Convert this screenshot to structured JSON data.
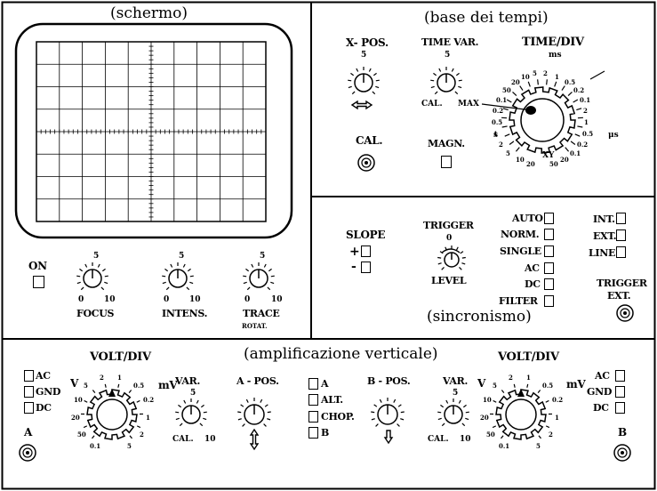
{
  "sections": {
    "screen": "(schermo)",
    "timebase": "(base dei tempi)",
    "sync": "(sincronismo)",
    "vertical": "(amplificazione verticale)"
  },
  "screen_panel": {
    "on": "ON",
    "knobs": [
      {
        "name": "FOCUS",
        "top": "5",
        "min": "0",
        "max": "10"
      },
      {
        "name": "INTENS.",
        "top": "5",
        "min": "0",
        "max": "10"
      },
      {
        "name": "TRACE",
        "sub": "ROTAT.",
        "top": "5",
        "min": "0",
        "max": "10"
      }
    ]
  },
  "timebase_panel": {
    "xpos": "X- POS.",
    "xpos_top": "5",
    "timevar": "TIME VAR.",
    "timevar_top": "5",
    "timevar_min": "CAL.",
    "timevar_max": "MAX",
    "timediv": "TIME/DIV",
    "cal": "CAL.",
    "magn": "MAGN.",
    "ms": "ms",
    "us": "μs",
    "s": "s",
    "xy": "XY",
    "dial_labels": [
      "20",
      "10",
      "5",
      "2",
      "1",
      "0.5",
      "0.2",
      "0.1",
      "50",
      "20",
      "10",
      "5",
      "2",
      "1",
      "0.5",
      "0.2",
      "0.1",
      "2",
      "1",
      "0.5",
      "0.2",
      "0.1",
      "20",
      "50"
    ]
  },
  "sync_panel": {
    "slope": "SLOPE",
    "plus": "+",
    "minus": "-",
    "trigger": "TRIGGER",
    "trigger_zero": "0",
    "level": "LEVEL",
    "modes": [
      "AUTO",
      "NORM.",
      "SINGLE",
      "AC",
      "DC",
      "FILTER"
    ],
    "sources": [
      "INT.",
      "EXT.",
      "LINE"
    ],
    "trigger_ext": "TRIGGER",
    "trigger_ext2": "EXT."
  },
  "vertical_panel": {
    "coupling": [
      "AC",
      "GND",
      "DC"
    ],
    "voltdiv": "VOLT/DIV",
    "v": "V",
    "mv": "mV",
    "var": "VAR.",
    "var_top": "5",
    "var_min": "CAL.",
    "var_max": "10",
    "apos": "A - POS.",
    "bpos": "B - POS.",
    "modes": [
      "A",
      "ALT.",
      "CHOP.",
      "B"
    ],
    "input_a": "A",
    "input_b": "B",
    "dial_labels": [
      "0.1",
      "50",
      "20",
      "10",
      "5",
      "2",
      "1",
      "0.5",
      "0.2",
      "1",
      "2",
      "5"
    ]
  }
}
